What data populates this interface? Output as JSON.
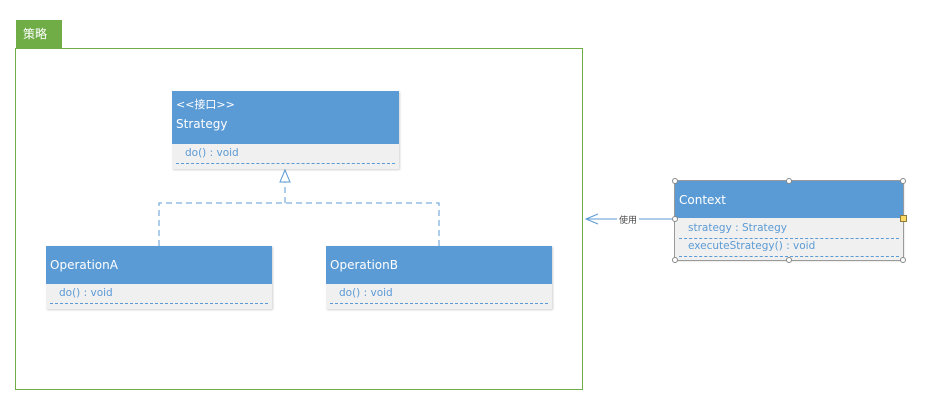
{
  "package": {
    "name": "策略"
  },
  "classes": {
    "strategy": {
      "stereotype": "<<接口>>",
      "name": "Strategy",
      "members": [
        "do() : void"
      ]
    },
    "operation_a": {
      "name": "OperationA",
      "members": [
        "do() : void"
      ]
    },
    "operation_b": {
      "name": "OperationB",
      "members": [
        "do() : void"
      ]
    },
    "context": {
      "name": "Context",
      "members": [
        "strategy : Strategy",
        "executeStrategy() : void"
      ]
    }
  },
  "relations": {
    "uses_label": "使用"
  },
  "colors": {
    "package": "#70ad47",
    "class_header": "#5b9bd5",
    "class_body": "#f0f0f0",
    "member_text": "#5b9bd5",
    "connector": "#5b9bd5"
  }
}
